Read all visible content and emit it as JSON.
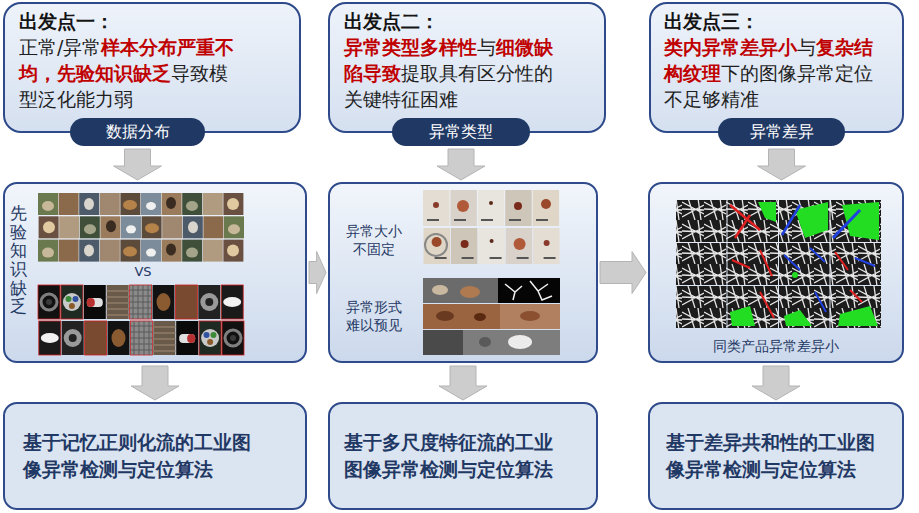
{
  "diagram": {
    "nodes": [
      {
        "text": [
          "出发点一：",
          "正常/异常",
          "样本分布严重不均，先验知识缺乏",
          "导致模型泛化能力弱"
        ]
      },
      {
        "text": [
          "数据分布"
        ]
      },
      {
        "text": [
          "出发点二：",
          "异常类型多样性",
          "与",
          "细微缺陷导致",
          "提取具有区分性的关键特征困难"
        ]
      },
      {
        "text": [
          "异常类型"
        ]
      },
      {
        "text": [
          "出发点三：",
          "类内异常差异小",
          "与",
          "复杂结构纹理",
          "下的图像异常定位不足够精准"
        ]
      },
      {
        "text": [
          "异常差异"
        ]
      },
      {
        "text": [
          "先验知识缺乏",
          "VS"
        ]
      },
      {
        "text": [
          "异常大小不固定",
          "异常形式难以预见"
        ]
      },
      {
        "text": [
          "同类产品异常差异小"
        ]
      },
      {
        "text": [
          "基于记忆正则化流的工业图像异常检测与定位算法"
        ]
      },
      {
        "text": [
          "基于多尺度特征流的工业图像异常检测与定位算法"
        ]
      },
      {
        "text": [
          "基于差异共和性的工业图像异常检测与定位算法"
        ]
      }
    ],
    "edges": [
      {
        "from": 1,
        "to": 6,
        "arrow": "to"
      },
      {
        "from": 3,
        "to": 7,
        "arrow": "to"
      },
      {
        "from": 5,
        "to": 8,
        "arrow": "to"
      },
      {
        "from": 6,
        "to": 7,
        "arrow": "to"
      },
      {
        "from": 7,
        "to": 8,
        "arrow": "to"
      },
      {
        "from": 6,
        "to": 9,
        "arrow": "to"
      },
      {
        "from": 7,
        "to": 10,
        "arrow": "to"
      },
      {
        "from": 8,
        "to": 11,
        "arrow": "to"
      }
    ]
  }
}
